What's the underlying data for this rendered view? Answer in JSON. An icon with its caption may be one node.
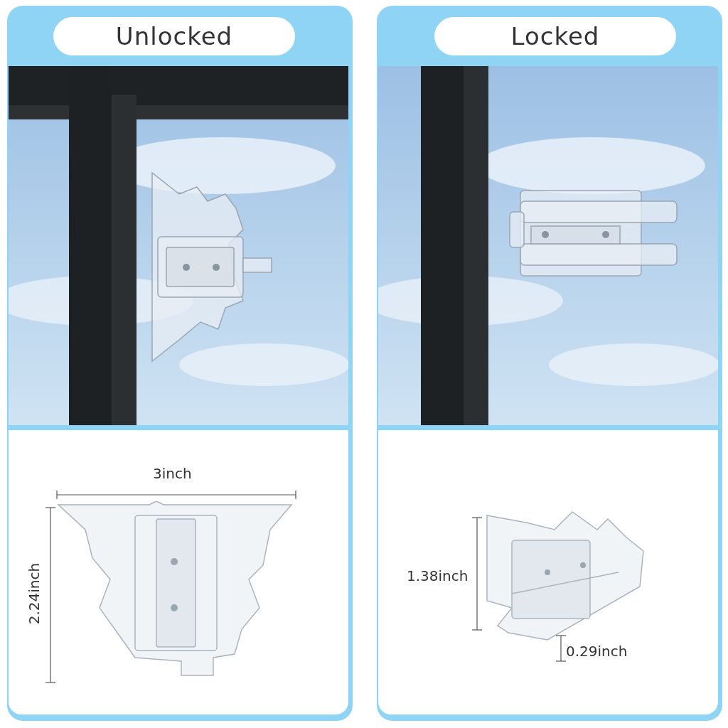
{
  "diagram": {
    "labels": [
      "Unlocked",
      "Locked",
      "3inch",
      "2.24inch",
      "1.38inch",
      "0.29inch"
    ]
  }
}
